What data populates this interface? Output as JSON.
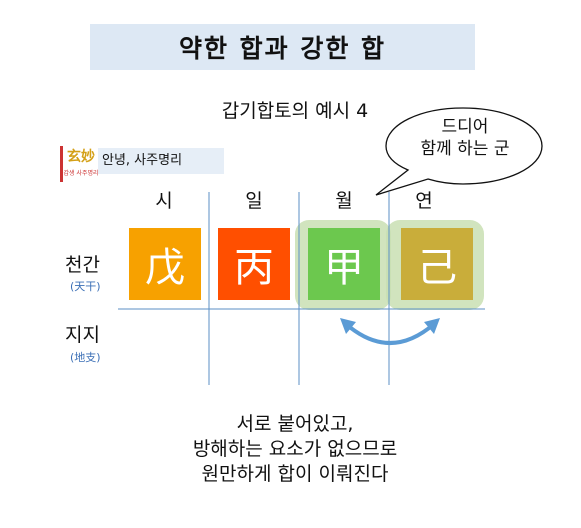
{
  "title": "약한 합과 강한 합",
  "subtitle": "갑기합토의 예시 4",
  "brand": {
    "logo_main": "玄妙",
    "logo_sub": "갑생 사주명리",
    "label": "안녕, 사주명리"
  },
  "columns": [
    "시",
    "일",
    "월",
    "연"
  ],
  "rows": {
    "stem_label": "천간",
    "stem_sub": "(天干)",
    "branch_label": "지지",
    "branch_sub": "(地支)"
  },
  "stems": [
    {
      "char": "戊",
      "color": "#f7a100"
    },
    {
      "char": "丙",
      "color": "#ff4f00"
    },
    {
      "char": "甲",
      "color": "#6cc84e"
    },
    {
      "char": "己",
      "color": "#c9ad3a"
    }
  ],
  "highlight_color": "#c9dfb3",
  "arrow_color": "#5b9bd5",
  "bubble": {
    "line1": "드디어",
    "line2": "함께 하는 군"
  },
  "caption": [
    "서로 붙어있고,",
    "방해하는 요소가 없으므로",
    "원만하게 합이 이뤄진다"
  ]
}
